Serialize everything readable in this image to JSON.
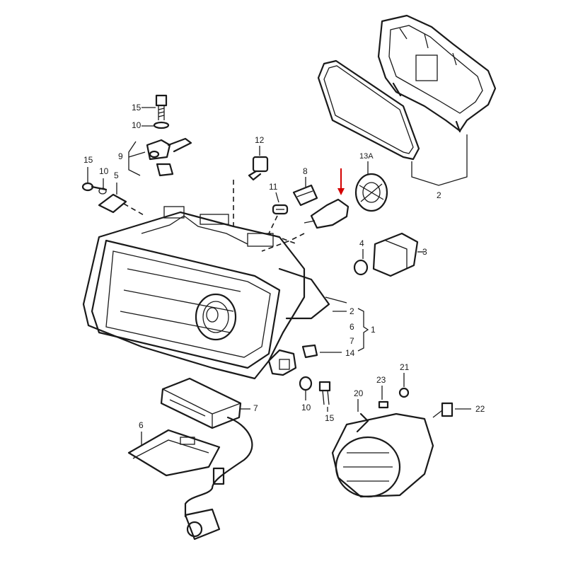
{
  "labels": {
    "l15a": "15",
    "l10a": "10",
    "l9": "9",
    "l15b": "15",
    "l10b": "10",
    "l5": "5",
    "l12": "12",
    "l11": "11",
    "l8": "8",
    "l13a": "13A",
    "l2a": "2",
    "l4": "4",
    "l3": "3",
    "l2b": "2",
    "l6a": "6",
    "l7a": "7",
    "l1": "1",
    "l14": "14",
    "l10c": "10",
    "l15c": "15",
    "l7b": "7",
    "l6b": "6",
    "l20": "20",
    "l23": "23",
    "l21": "21",
    "l22": "22"
  },
  "colors": {
    "line": "#1a1a1a",
    "highlight_arrow": "#d40000",
    "background": "#ffffff"
  }
}
